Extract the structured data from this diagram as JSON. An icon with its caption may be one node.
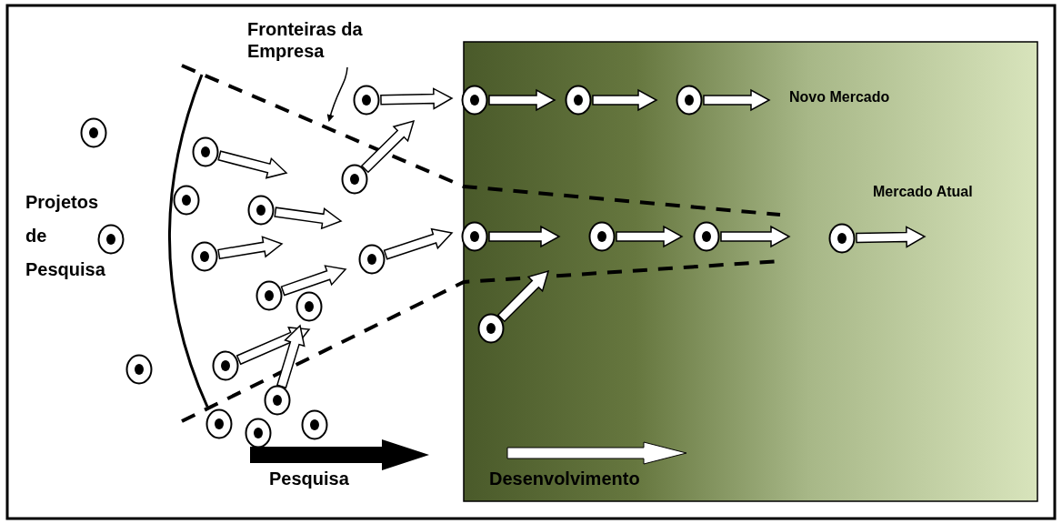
{
  "diagram": {
    "nodes": [
      {
        "text": [
          "Fronteiras da Empresa"
        ]
      },
      {
        "text": [],
        "shape": "circle"
      },
      {
        "text": [],
        "shape": "circle"
      },
      {
        "text": [],
        "shape": "circle"
      },
      {
        "text": [],
        "shape": "circle"
      },
      {
        "text": [],
        "shape": "circle"
      },
      {
        "text": [],
        "shape": "circle"
      },
      {
        "text": [],
        "shape": "circle"
      },
      {
        "text": [],
        "shape": "circle"
      },
      {
        "text": [],
        "shape": "circle"
      },
      {
        "text": [],
        "shape": "circle"
      },
      {
        "text": [],
        "shape": "circle"
      },
      {
        "text": [],
        "shape": "circle"
      },
      {
        "text": [],
        "shape": "circle"
      },
      {
        "text": [],
        "shape": "circle"
      },
      {
        "text": [],
        "shape": "circle"
      },
      {
        "text": [],
        "shape": "circle"
      },
      {
        "text": [],
        "shape": "circle"
      },
      {
        "text": [],
        "shape": "circle"
      },
      {
        "text": [],
        "shape": "circle"
      },
      {
        "text": [],
        "shape": "circle"
      },
      {
        "text": [],
        "shape": "circle"
      },
      {
        "text": [],
        "shape": "circle"
      },
      {
        "text": [],
        "shape": "circle"
      },
      {
        "text": [],
        "shape": "circle"
      },
      {
        "text": [],
        "shape": "circle"
      }
    ],
    "edges": [
      {
        "from": 0,
        "to": null,
        "arrow": "to"
      },
      {
        "from": 1,
        "to": null,
        "arrow": "to"
      },
      {
        "from": 2,
        "to": null,
        "arrow": "to"
      },
      {
        "from": 3,
        "to": null,
        "arrow": "to"
      },
      {
        "from": 4,
        "to": null,
        "arrow": "to"
      },
      {
        "from": 6,
        "to": null,
        "arrow": "to"
      },
      {
        "from": 7,
        "to": null,
        "arrow": "to"
      },
      {
        "from": 9,
        "to": null,
        "arrow": "to"
      },
      {
        "from": 10,
        "to": null,
        "arrow": "to"
      },
      {
        "from": 11,
        "to": null,
        "arrow": "to"
      },
      {
        "from": 12,
        "to": null,
        "arrow": "to"
      },
      {
        "from": 13,
        "to": null,
        "arrow": "to"
      },
      {
        "from": 15,
        "to": null,
        "arrow": "to"
      },
      {
        "from": 16,
        "to": null,
        "arrow": "to"
      },
      {
        "from": 17,
        "to": null,
        "arrow": "to"
      },
      {
        "from": 19,
        "to": null,
        "arrow": "to"
      },
      {
        "from": 20,
        "to": null,
        "arrow": "to"
      },
      {
        "from": 22,
        "to": null,
        "arrow": "to"
      }
    ],
    "labels": [
      "Novo Mercado",
      "Mercado Atual",
      "Projetos de Pesquisa",
      "Pesquisa",
      "Desenvolvimento"
    ]
  }
}
